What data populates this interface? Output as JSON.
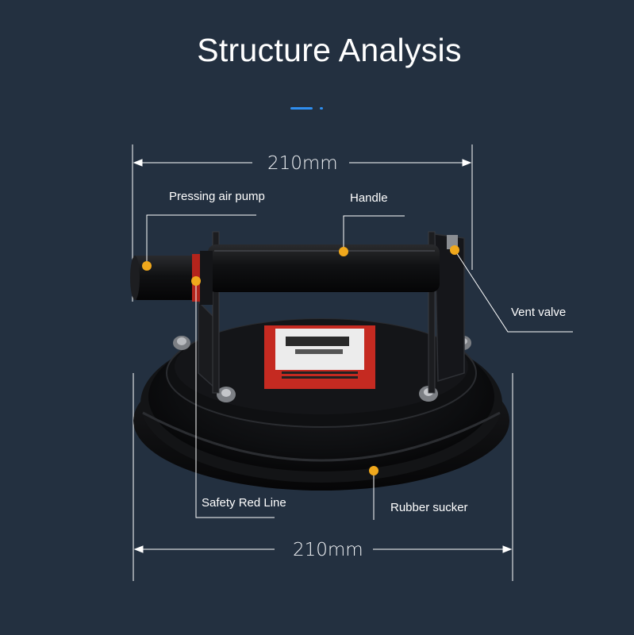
{
  "title": "Structure Analysis",
  "dimensions": {
    "top": "210mm",
    "bottom": "210mm"
  },
  "labels": {
    "pressing_air_pump": "Pressing air pump",
    "handle": "Handle",
    "vent_valve": "Vent valve",
    "safety_red_line": "Safety Red Line",
    "rubber_sucker": "Rubber sucker"
  },
  "colors": {
    "background": "#233040",
    "accent": "#2f8ef0",
    "marker": "#f0a81c",
    "line": "#ffffff",
    "product": "#0b0c0e"
  }
}
